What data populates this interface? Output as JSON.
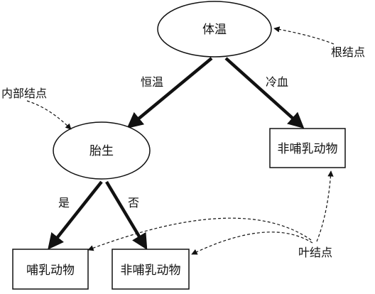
{
  "nodes": {
    "root": {
      "label": "体温"
    },
    "internal": {
      "label": "胎生"
    },
    "leaf_right": {
      "label": "非哺乳动物"
    },
    "leaf_bottom_left": {
      "label": "哺乳动物"
    },
    "leaf_bottom_mid": {
      "label": "非哺乳动物"
    }
  },
  "edges": {
    "root_to_internal": {
      "label": "恒温"
    },
    "root_to_leaf_right": {
      "label": "冷血"
    },
    "internal_to_left": {
      "label": "是"
    },
    "internal_to_mid": {
      "label": "否"
    }
  },
  "annotations": {
    "root_node": "根结点",
    "internal_node": "内部结点",
    "leaf_node": "叶结点"
  }
}
